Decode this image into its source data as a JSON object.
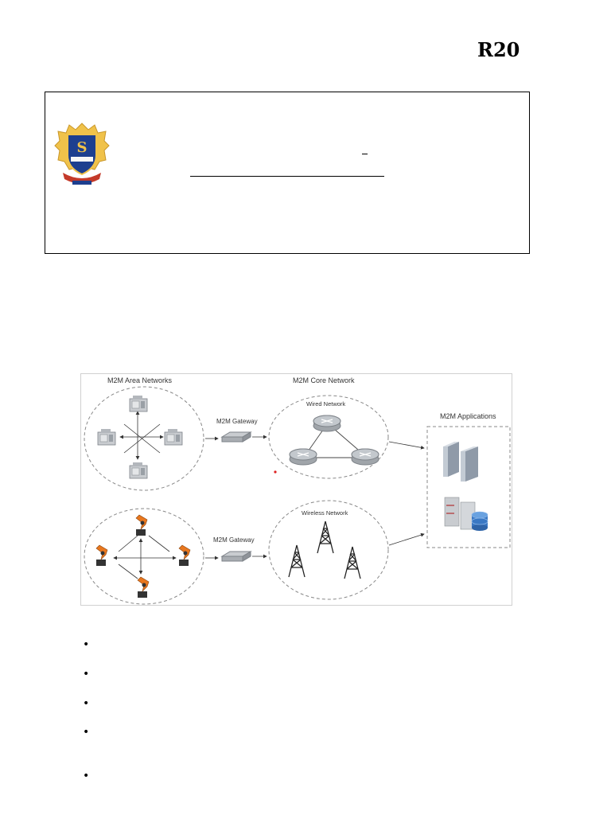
{
  "header": {
    "regulation_code": "R20",
    "logo": {
      "name": "college-crest-logo"
    }
  },
  "figure": {
    "area_networks_label": "M2M Area Networks",
    "core_network_label": "M2M Core Network",
    "applications_label": "M2M Applications",
    "gateway_top_label": "M2M Gateway",
    "gateway_bottom_label": "M2M Gateway",
    "wired_network_label": "Wired Network",
    "wireless_network_label": "Wireless Network",
    "colors": {
      "robot": "#e8771e",
      "border": "#7a7a7a",
      "server": "#a9b4c2",
      "database": "#3a78c4"
    }
  },
  "bullets": {
    "symbol": "•",
    "count": 5
  }
}
